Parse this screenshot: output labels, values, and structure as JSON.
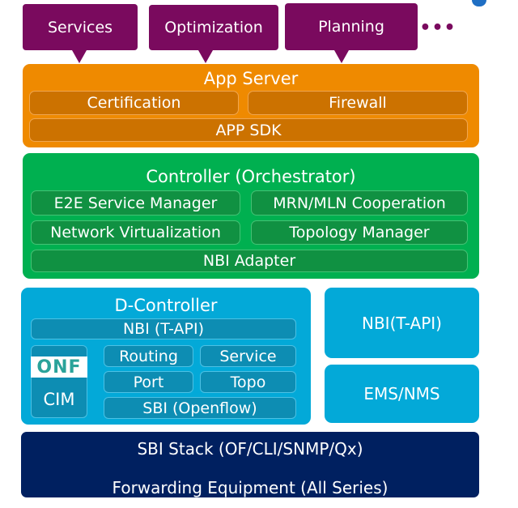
{
  "top_functions": [
    {
      "label": "Services"
    },
    {
      "label": "Optimization"
    },
    {
      "label": "Planning"
    }
  ],
  "more_indicator": "•••",
  "app_server": {
    "title": "App Server",
    "modules": [
      "Certification",
      "Firewall"
    ],
    "sdk": "APP SDK"
  },
  "controller": {
    "title": "Controller  (Orchestrator)",
    "modules": [
      "E2E Service Manager",
      "MRN/MLN Cooperation",
      "Network Virtualization",
      "Topology Manager"
    ],
    "adapter": "NBI Adapter"
  },
  "d_controller": {
    "title": "D-Controller",
    "nbi": "NBI (T-API)",
    "cim": {
      "logo_text": "ONF",
      "label": "CIM"
    },
    "modules": [
      "Routing",
      "Service",
      "Port",
      "Topo"
    ],
    "sbi": "SBI (Openflow)"
  },
  "side_boxes": [
    "NBI(T-API)",
    "EMS/NMS"
  ],
  "bottom": {
    "line1": "SBI Stack  (OF/CLI/SNMP/Qx)",
    "line2": "Forwarding Equipment  (All Series)"
  },
  "colors": {
    "function_purple": "#7a0a5e",
    "app_server_orange": "#ef8a00",
    "controller_green": "#00b050",
    "d_controller_blue": "#03a9d8",
    "equipment_navy": "#002060"
  }
}
